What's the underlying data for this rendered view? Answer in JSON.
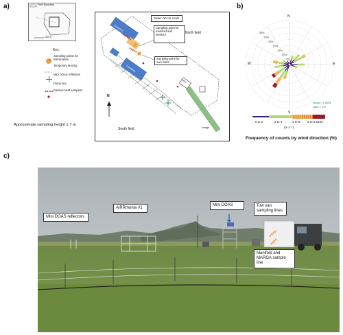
{
  "panels": {
    "a": "a)",
    "b": "b)",
    "c": "c)"
  },
  "inset": {
    "label": "Field Boundary",
    "scale": "100 m"
  },
  "key": {
    "title": "Key:",
    "items": [
      {
        "label": "Sampling points for instruments"
      },
      {
        "label": "Temporary fencing"
      },
      {
        "label": "Mini DOAS reflectors"
      },
      {
        "label": "Pump box"
      },
      {
        "label": "Passive NH3 samplers"
      }
    ],
    "height_note": "Approximate sampling height 1.7 m"
  },
  "site_map": {
    "note": "Note: Not to scale",
    "north_field": "North field",
    "south_field": "South field",
    "north_symbol": "N",
    "callout_manifold": "Sampling point for manifold and MARGA",
    "callout_inlets": "Sampling point for own inlets",
    "container_top": "Container",
    "container_bottom": "Container",
    "small_box": "Cabin",
    "hedge": "hedge"
  },
  "wind_rose": {
    "compass": {
      "n": "N",
      "e": "E",
      "s": "S",
      "w": "W"
    },
    "ring_labels": [
      "5%",
      "10%",
      "15%",
      "20%",
      "25%",
      "30%",
      "35%"
    ],
    "mean_text": "mean = 1.0051",
    "calm_text": "calm = 1%",
    "legend_bins": [
      "0 to 2",
      "2 to 4",
      "4 to 6",
      "6 to 6.5102"
    ],
    "unit": "(m s⁻¹)",
    "colors": [
      "#3f1d7a",
      "#b4d96b",
      "#f2b35e",
      "#9c1a2a"
    ],
    "title": "Frequency of counts by wind direction (%)"
  },
  "photo_labels": {
    "mini_doas_reflectors": "Mini DOAS reflectors",
    "airrmonia": "AiRRmonia #1",
    "mini_doas": "Mini DOAS",
    "tow_van": "Tow van sampling lines",
    "manifold": "Manifold and MARGA sample line"
  }
}
